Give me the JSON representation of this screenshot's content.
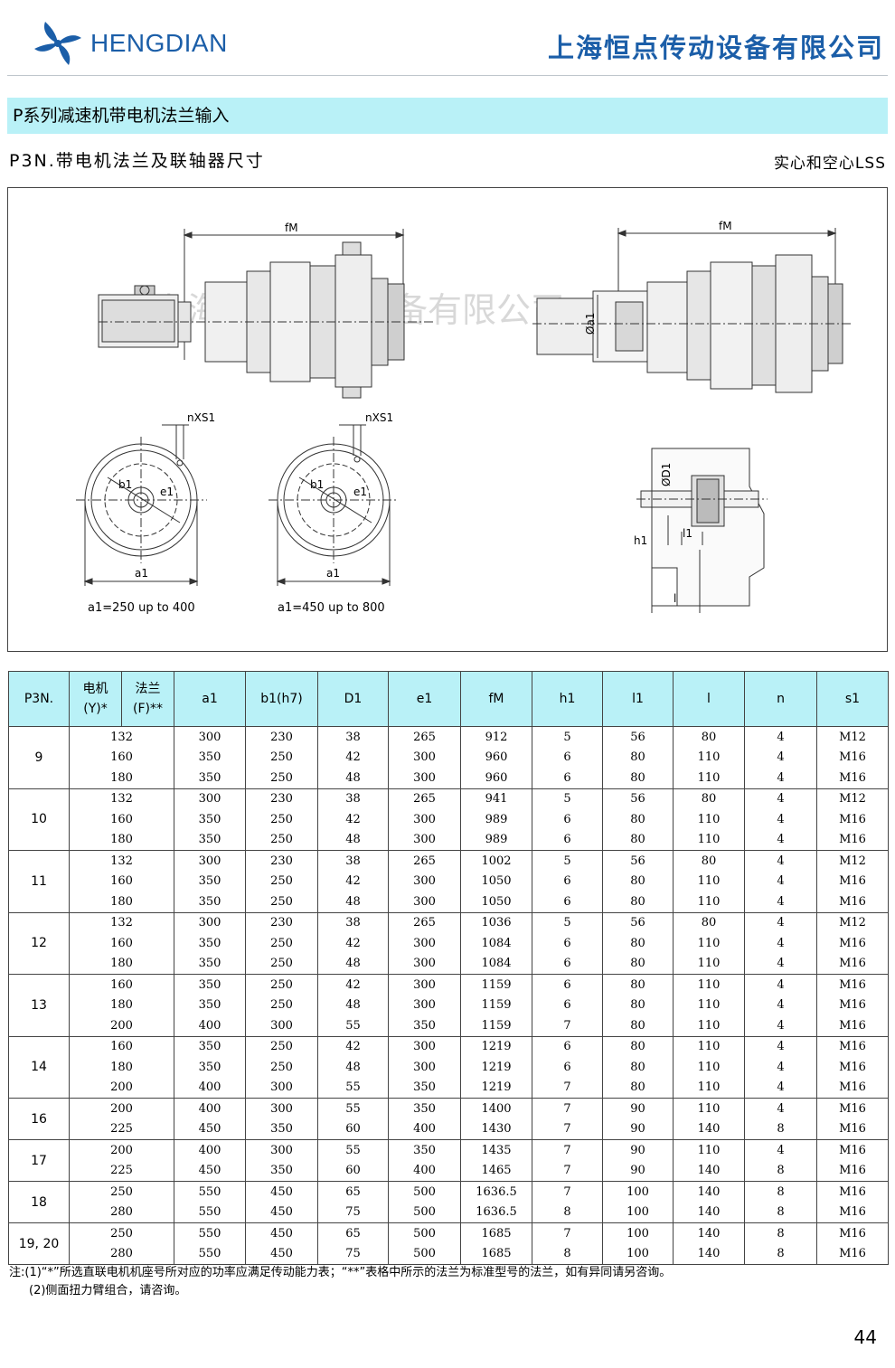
{
  "header": {
    "brand": "HENGDIAN",
    "company": "上海恒点传动设备有限公司",
    "colors": {
      "brand_blue": "#1b5ea8",
      "title_bar": "#b9f1f7"
    }
  },
  "section_title": "P系列减速机带电机法兰输入",
  "subtitle_left": "P3N.带电机法兰及联轴器尺寸",
  "subtitle_right": "实心和空心LSS",
  "drawing": {
    "watermark": "上海恒点传动设备有限公司",
    "fm_label": "fM",
    "nxs1_label": "nXS1",
    "b1_label": "b1",
    "e1_label": "e1",
    "a1_label": "a1",
    "caption_small": "a1=250 up to 400",
    "caption_large": "a1=450 up to 800",
    "phi_a1_label": "Øa1",
    "phi_d1_label": "ØD1",
    "h1_label": "h1",
    "l1_label": "l1",
    "l_label": "l"
  },
  "table": {
    "headers": {
      "p3n": "P3N.",
      "motor_top": "电机",
      "motor_bottom": "(Y)*",
      "flange_top": "法兰",
      "flange_bottom": "(F)**",
      "a1": "a1",
      "b1": "b1(h7)",
      "d1": "D1",
      "e1": "e1",
      "fm": "fM",
      "h1": "h1",
      "l1": "l1",
      "l": "l",
      "n": "n",
      "s1": "s1"
    },
    "groups": [
      {
        "size": "9",
        "rows": [
          [
            "132",
            "300",
            "230",
            "38",
            "265",
            "912",
            "5",
            "56",
            "80",
            "4",
            "M12"
          ],
          [
            "160",
            "350",
            "250",
            "42",
            "300",
            "960",
            "6",
            "80",
            "110",
            "4",
            "M16"
          ],
          [
            "180",
            "350",
            "250",
            "48",
            "300",
            "960",
            "6",
            "80",
            "110",
            "4",
            "M16"
          ]
        ]
      },
      {
        "size": "10",
        "rows": [
          [
            "132",
            "300",
            "230",
            "38",
            "265",
            "941",
            "5",
            "56",
            "80",
            "4",
            "M12"
          ],
          [
            "160",
            "350",
            "250",
            "42",
            "300",
            "989",
            "6",
            "80",
            "110",
            "4",
            "M16"
          ],
          [
            "180",
            "350",
            "250",
            "48",
            "300",
            "989",
            "6",
            "80",
            "110",
            "4",
            "M16"
          ]
        ]
      },
      {
        "size": "11",
        "rows": [
          [
            "132",
            "300",
            "230",
            "38",
            "265",
            "1002",
            "5",
            "56",
            "80",
            "4",
            "M12"
          ],
          [
            "160",
            "350",
            "250",
            "42",
            "300",
            "1050",
            "6",
            "80",
            "110",
            "4",
            "M16"
          ],
          [
            "180",
            "350",
            "250",
            "48",
            "300",
            "1050",
            "6",
            "80",
            "110",
            "4",
            "M16"
          ]
        ]
      },
      {
        "size": "12",
        "rows": [
          [
            "132",
            "300",
            "230",
            "38",
            "265",
            "1036",
            "5",
            "56",
            "80",
            "4",
            "M12"
          ],
          [
            "160",
            "350",
            "250",
            "42",
            "300",
            "1084",
            "6",
            "80",
            "110",
            "4",
            "M16"
          ],
          [
            "180",
            "350",
            "250",
            "48",
            "300",
            "1084",
            "6",
            "80",
            "110",
            "4",
            "M16"
          ]
        ]
      },
      {
        "size": "13",
        "rows": [
          [
            "160",
            "350",
            "250",
            "42",
            "300",
            "1159",
            "6",
            "80",
            "110",
            "4",
            "M16"
          ],
          [
            "180",
            "350",
            "250",
            "48",
            "300",
            "1159",
            "6",
            "80",
            "110",
            "4",
            "M16"
          ],
          [
            "200",
            "400",
            "300",
            "55",
            "350",
            "1159",
            "7",
            "80",
            "110",
            "4",
            "M16"
          ]
        ]
      },
      {
        "size": "14",
        "rows": [
          [
            "160",
            "350",
            "250",
            "42",
            "300",
            "1219",
            "6",
            "80",
            "110",
            "4",
            "M16"
          ],
          [
            "180",
            "350",
            "250",
            "48",
            "300",
            "1219",
            "6",
            "80",
            "110",
            "4",
            "M16"
          ],
          [
            "200",
            "400",
            "300",
            "55",
            "350",
            "1219",
            "7",
            "80",
            "110",
            "4",
            "M16"
          ]
        ]
      },
      {
        "size": "16",
        "rows": [
          [
            "200",
            "400",
            "300",
            "55",
            "350",
            "1400",
            "7",
            "90",
            "110",
            "4",
            "M16"
          ],
          [
            "225",
            "450",
            "350",
            "60",
            "400",
            "1430",
            "7",
            "90",
            "140",
            "8",
            "M16"
          ]
        ]
      },
      {
        "size": "17",
        "rows": [
          [
            "200",
            "400",
            "300",
            "55",
            "350",
            "1435",
            "7",
            "90",
            "110",
            "4",
            "M16"
          ],
          [
            "225",
            "450",
            "350",
            "60",
            "400",
            "1465",
            "7",
            "90",
            "140",
            "8",
            "M16"
          ]
        ]
      },
      {
        "size": "18",
        "rows": [
          [
            "250",
            "550",
            "450",
            "65",
            "500",
            "1636.5",
            "7",
            "100",
            "140",
            "8",
            "M16"
          ],
          [
            "280",
            "550",
            "450",
            "75",
            "500",
            "1636.5",
            "8",
            "100",
            "140",
            "8",
            "M16"
          ]
        ]
      },
      {
        "size": "19, 20",
        "rows": [
          [
            "250",
            "550",
            "450",
            "65",
            "500",
            "1685",
            "7",
            "100",
            "140",
            "8",
            "M16"
          ],
          [
            "280",
            "550",
            "450",
            "75",
            "500",
            "1685",
            "8",
            "100",
            "140",
            "8",
            "M16"
          ]
        ]
      }
    ]
  },
  "notes": [
    "注:(1)“*”所选直联电机机座号所对应的功率应满足传动能力表；“**”表格中所示的法兰为标准型号的法兰，如有异同请另咨询。",
    "(2)侧面扭力臂组合，请咨询。"
  ],
  "page_number": "44"
}
